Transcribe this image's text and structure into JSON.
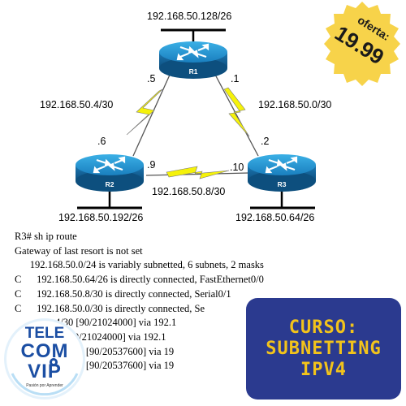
{
  "networks": {
    "r1_lan": "192.168.50.128/26",
    "r1_r2": "192.168.50.4/30",
    "r1_r3": "192.168.50.0/30",
    "r2_r3": "192.168.50.8/30",
    "r2_lan": "192.168.50.192/26",
    "r3_lan": "192.168.50.64/26"
  },
  "interfaces": {
    "r1_to_r2": ".5",
    "r1_to_r3": ".1",
    "r2_to_r1": ".6",
    "r3_to_r1": ".2",
    "r2_to_r3": ".9",
    "r3_to_r2": ".10"
  },
  "routers": {
    "r1": "R1",
    "r2": "R2",
    "r3": "R3"
  },
  "cli": [
    "R3# sh ip route",
    "Gateway of last resort is not set",
    "      192.168.50.0/24 is variably subnetted, 6 subnets, 2 masks",
    "C      192.168.50.64/26 is directly connected, FastEthernet0/0",
    "C      192.168.50.8/30 is directly connected, Serial0/1",
    "C      192.168.50.0/30 is directly connected, Se",
    "               .4/30 [90/21024000] via 192.1",
    "                    [90/21024000] via 192.1",
    "               .192/26 [90/20537600] via 19",
    "               .128/26 [90/20537600] via 19"
  ],
  "badge": {
    "label": "oferta:",
    "price": "19.99",
    "color": "#f7d34a"
  },
  "promo": {
    "line1": "CURSO:",
    "line2": "SUBNETTING",
    "line3": "IPV4",
    "background": "#2b3a8f",
    "text_color": "#f2c31b"
  },
  "logo": {
    "line1": "TELE",
    "line2": "COM",
    "line3": "VIP",
    "tagline": "Pasión por Aprender"
  }
}
